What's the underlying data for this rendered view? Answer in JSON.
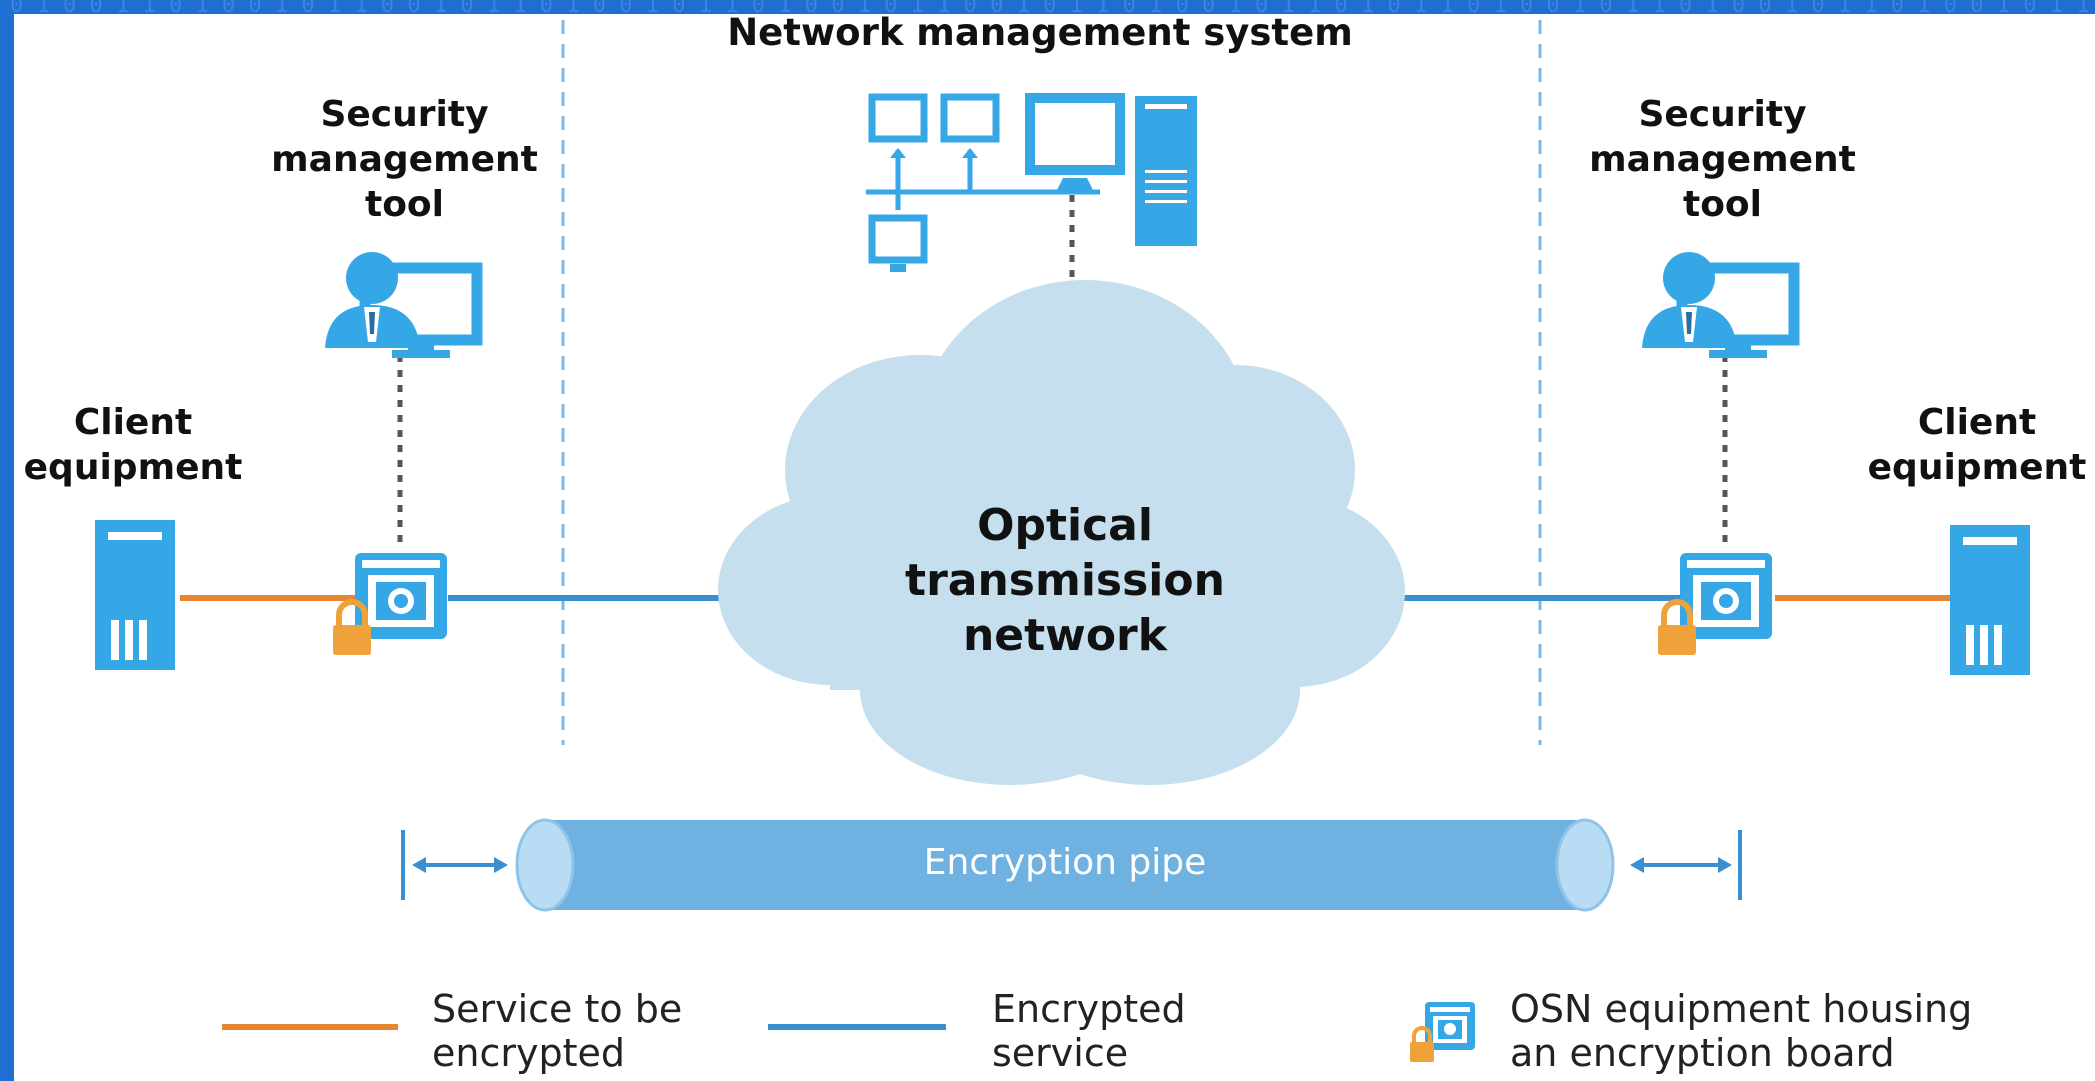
{
  "title": "Network management system",
  "security_tool_left": [
    "Security",
    "management",
    "tool"
  ],
  "security_tool_right": [
    "Security",
    "management",
    "tool"
  ],
  "client_left": [
    "Client",
    "equipment"
  ],
  "client_right": [
    "Client",
    "equipment"
  ],
  "cloud": [
    "Optical",
    "transmission",
    "network"
  ],
  "pipe": "Encryption pipe",
  "legend": [
    {
      "lines": [
        "Service to be",
        "encrypted"
      ],
      "color": "#e88531"
    },
    {
      "lines": [
        "Encrypted",
        "service"
      ],
      "color": "#3a8fd1"
    },
    {
      "lines": [
        "OSN equipment housing",
        "an encryption board"
      ],
      "icon": "osn-encryption-device-icon"
    }
  ],
  "colors": {
    "background": "#1e6fd0",
    "accent_blue": "#3a8fd1",
    "icon_blue": "#35a7e6",
    "orange": "#e88531",
    "lock": "#f0a23a",
    "cloud": "#c5dfee"
  }
}
